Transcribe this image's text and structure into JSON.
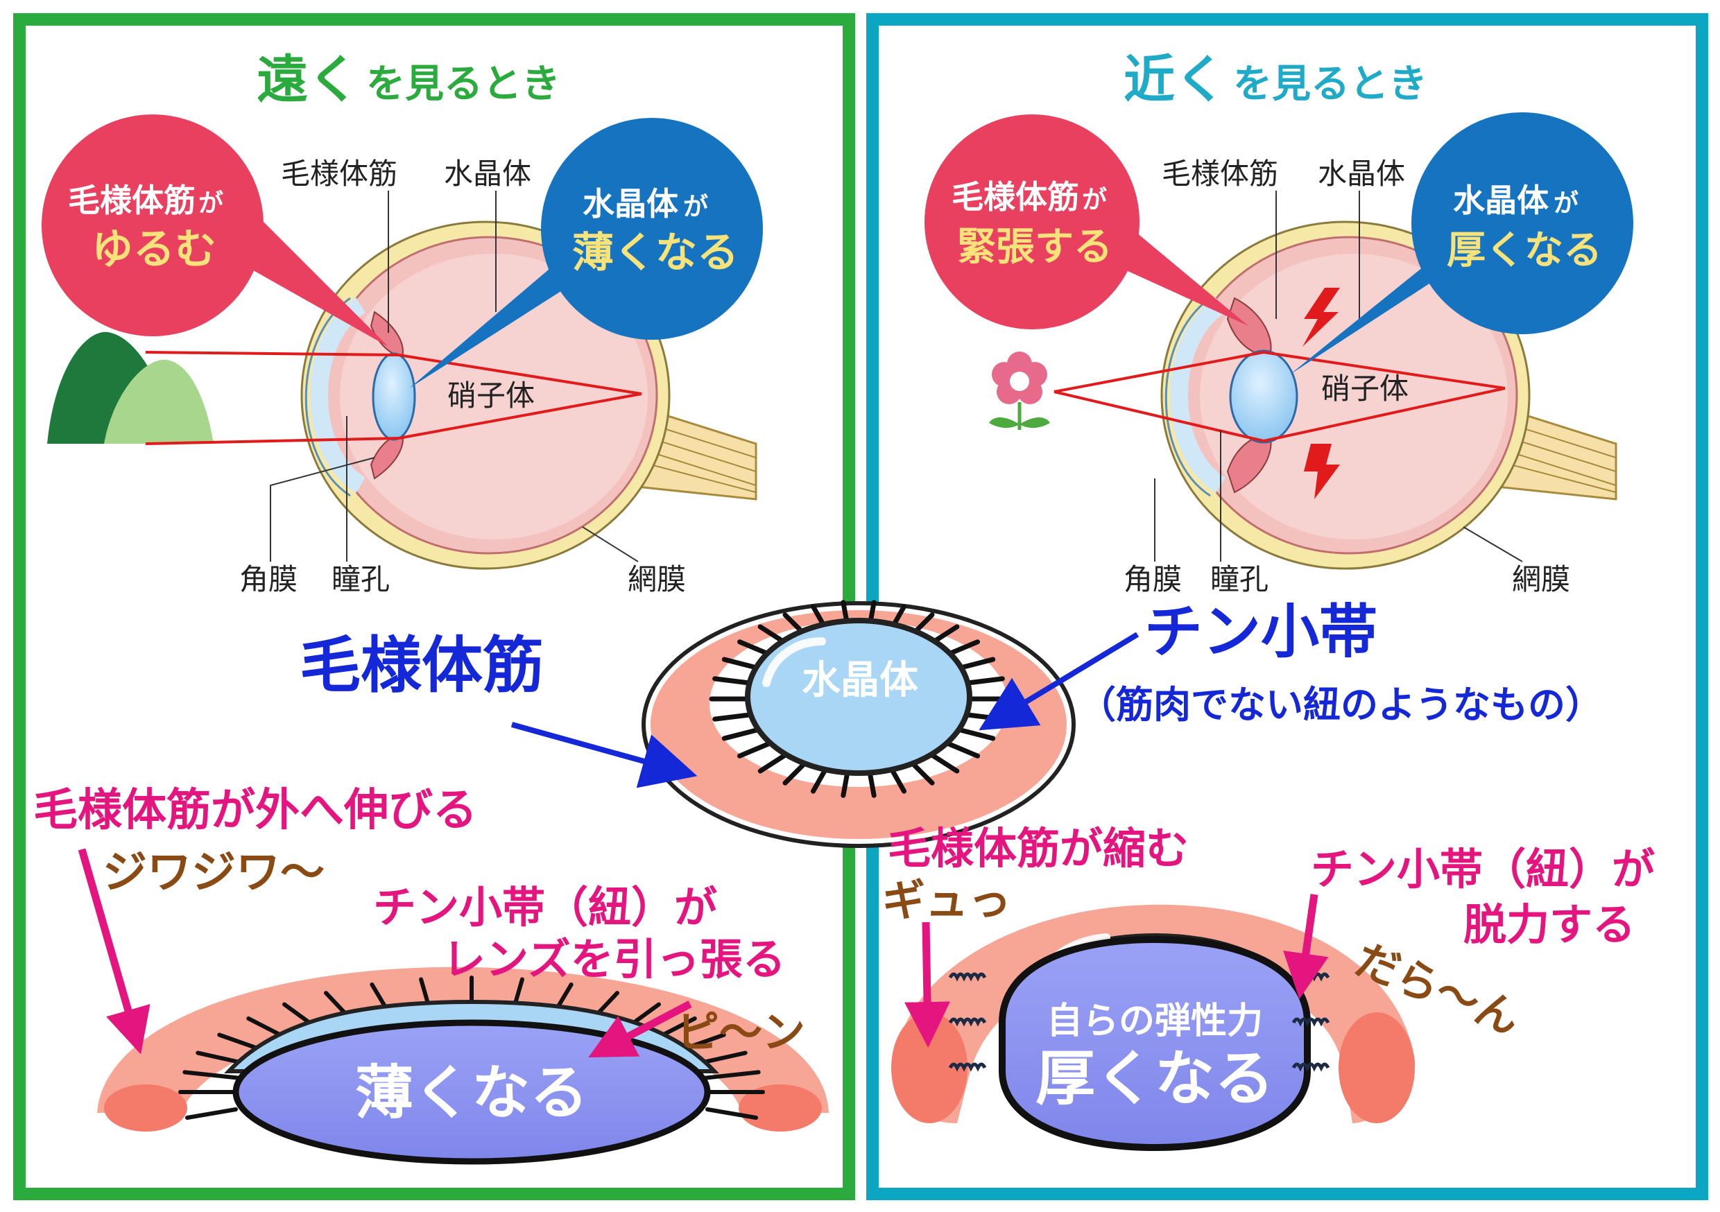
{
  "colors": {
    "green_frame": "#2bab3e",
    "teal_frame": "#0aa6c2",
    "red_bubble": "#e8405e",
    "blue_bubble": "#1573c0",
    "lens_blue": "#a9d6f5",
    "lens_purple": "#8c94f0",
    "muscle_pink": "#f59a8c",
    "magenta": "#e4157e",
    "brown": "#8a4a14",
    "navy": "#1428d8",
    "ray_red": "#e11b1b"
  },
  "left_panel": {
    "title_big": "遠く",
    "title_small": "を見るとき",
    "bubble_red": {
      "line1_small": "毛様体筋",
      "line1_tail": "が",
      "line2": "ゆるむ"
    },
    "bubble_blue": {
      "line1_small": "水晶体",
      "line1_tail": "が",
      "line2": "薄くなる"
    },
    "labels": {
      "ciliary": "毛様体筋",
      "lens": "水晶体",
      "vitreous": "硝子体",
      "cornea": "角膜",
      "pupil": "瞳孔",
      "retina": "網膜"
    }
  },
  "right_panel": {
    "title_big": "近く",
    "title_small": "を見るとき",
    "bubble_red": {
      "line1_small": "毛様体筋",
      "line1_tail": "が",
      "line2": "緊張する"
    },
    "bubble_blue": {
      "line1_small": "水晶体",
      "line1_tail": "が",
      "line2": "厚くなる"
    },
    "labels": {
      "ciliary": "毛様体筋",
      "lens": "水晶体",
      "vitreous": "硝子体",
      "cornea": "角膜",
      "pupil": "瞳孔",
      "retina": "網膜"
    }
  },
  "center": {
    "ciliary_label": "毛様体筋",
    "lens_label": "水晶体",
    "zonule_label": "チン小帯",
    "zonule_note": "（筋肉でない紐のようなもの）"
  },
  "bottom_left": {
    "stretch_text": "毛様体筋が外へ伸びる",
    "sound1": "ジワジワ〜",
    "zonule_line1": "チン小帯（紐）が",
    "zonule_line2": "レンズを引っ張る",
    "sound2": "ピ〜ン",
    "lens_text": "薄くなる"
  },
  "bottom_right": {
    "contract_text": "毛様体筋が縮む",
    "sound1": "ギュっ",
    "zonule_line1": "チン小帯（紐）が",
    "zonule_line2": "脱力する",
    "sound2": "だら〜ん",
    "lens_text1": "自らの弾性力",
    "lens_text2": "厚くなる"
  }
}
